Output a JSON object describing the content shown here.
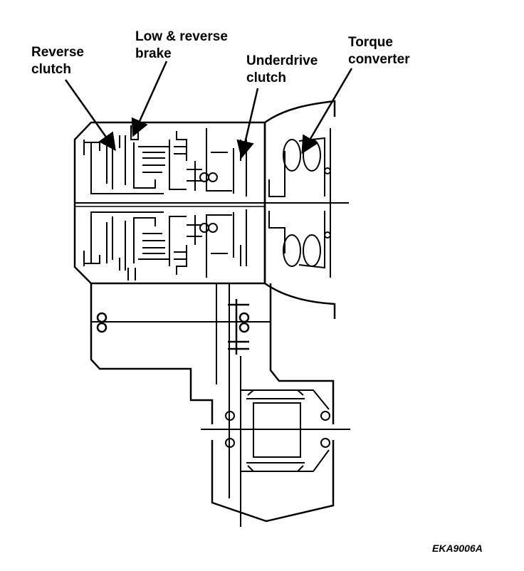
{
  "labels": {
    "reverse_clutch": "Reverse\nclutch",
    "low_reverse_brake": "Low & reverse\nbrake",
    "underdrive_clutch": "Underdrive\nclutch",
    "torque_converter": "Torque\nconverter"
  },
  "figure_code": "EKA9006A"
}
